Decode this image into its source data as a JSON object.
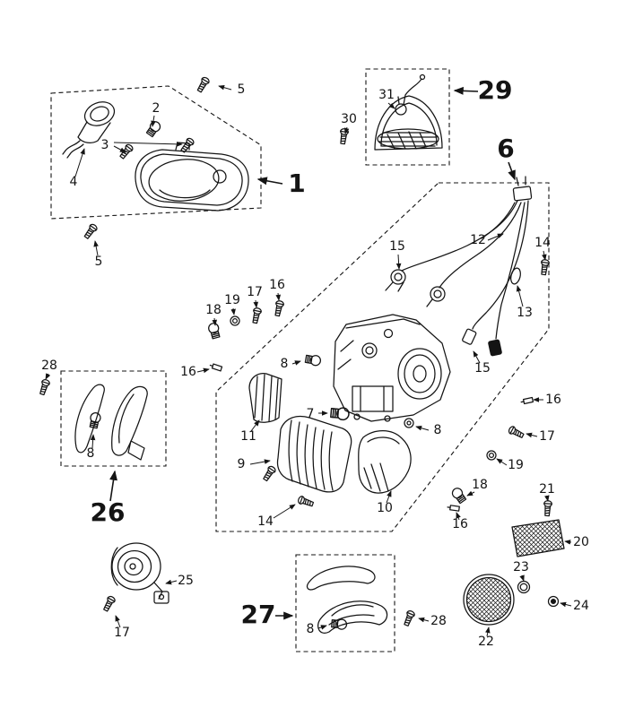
{
  "colors": {
    "background": "#ffffff",
    "line": "#141414"
  },
  "callouts": {
    "1": "1",
    "2": "2",
    "3": "3",
    "4": "4",
    "5": "5",
    "6": "6",
    "7": "7",
    "8": "8",
    "9": "9",
    "10": "10",
    "11": "11",
    "12": "12",
    "13": "13",
    "14": "14",
    "15": "15",
    "16": "16",
    "17": "17",
    "18": "18",
    "19": "19",
    "20": "20",
    "21": "21",
    "22": "22",
    "23": "23",
    "24": "24",
    "25": "25",
    "26": "26",
    "27": "27",
    "28": "28",
    "29": "29",
    "30": "30",
    "31": "31"
  }
}
